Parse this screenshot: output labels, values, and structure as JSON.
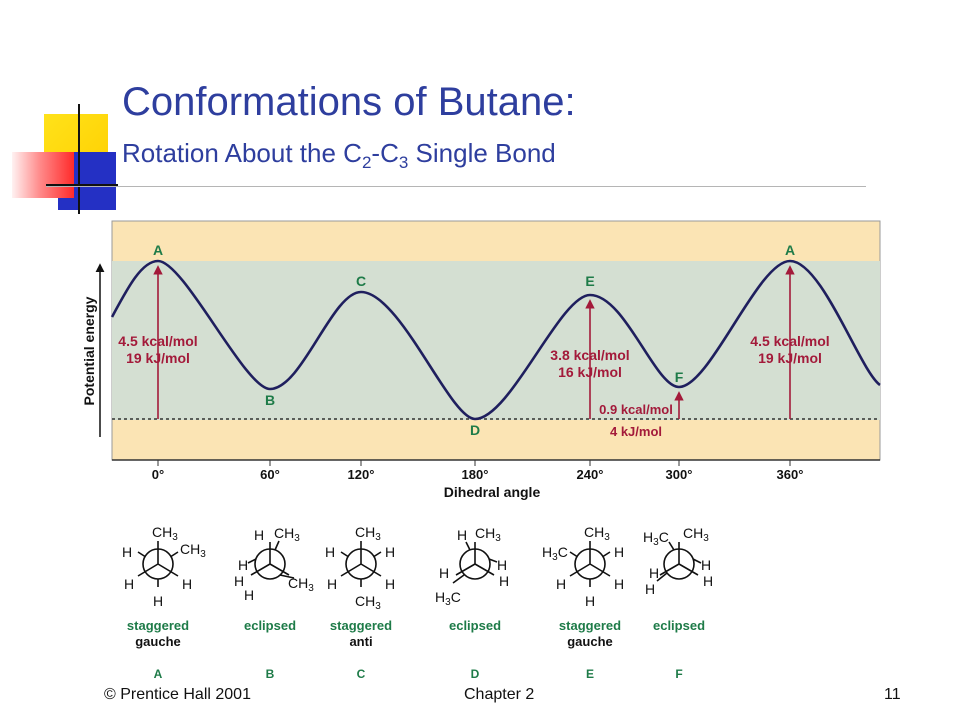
{
  "slide": {
    "title": "Conformations of Butane:",
    "subtitle_text": "Rotation About the C",
    "subtitle_sub1": "2",
    "subtitle_dash": "-C",
    "subtitle_sub2": "3",
    "subtitle_rest": " Single Bond"
  },
  "footer": {
    "copyright": "© Prentice Hall 2001",
    "chapter": "Chapter 2",
    "page": "11"
  },
  "energy_diagram": {
    "y_axis_label": "Potential energy",
    "x_axis_label": "Dihedral angle",
    "x_ticks": [
      "0°",
      "60°",
      "120°",
      "180°",
      "240°",
      "300°",
      "360°"
    ],
    "points": [
      {
        "label": "A",
        "angle": 0,
        "energy": 4.5
      },
      {
        "label": "B",
        "angle": 60,
        "energy": 0.9
      },
      {
        "label": "C",
        "angle": 120,
        "energy": 3.8
      },
      {
        "label": "D",
        "angle": 180,
        "energy": 0
      },
      {
        "label": "E",
        "angle": 240,
        "energy": 3.8
      },
      {
        "label": "F",
        "angle": 300,
        "energy": 0.9
      },
      {
        "label": "A",
        "angle": 360,
        "energy": 4.5
      }
    ],
    "annotations": {
      "a_left_1": "4.5 kcal/mol",
      "a_left_2": "19 kJ/mol",
      "e_1": "3.8 kcal/mol",
      "e_2": "16 kJ/mol",
      "f_1": "0.9 kcal/mol",
      "f_2": "4 kJ/mol",
      "a_right_1": "4.5 kcal/mol",
      "a_right_2": "19 kJ/mol"
    },
    "colors": {
      "band": "#fbe4b4",
      "plot_area": "#d4dfd2",
      "curve": "#1f1f5e",
      "arrow": "#a31a3a",
      "label": "#1e7b48"
    }
  },
  "newman": {
    "ch3": "CH",
    "three": "3",
    "h": "H",
    "h3c_h": "H",
    "h3c_c": "C",
    "projections": [
      {
        "letter": "A",
        "type": "staggered",
        "subtype": "gauche"
      },
      {
        "letter": "B",
        "type": "eclipsed",
        "subtype": ""
      },
      {
        "letter": "C",
        "type": "staggered",
        "subtype": "anti"
      },
      {
        "letter": "D",
        "type": "eclipsed",
        "subtype": ""
      },
      {
        "letter": "E",
        "type": "staggered",
        "subtype": "gauche"
      },
      {
        "letter": "F",
        "type": "eclipsed",
        "subtype": ""
      }
    ]
  }
}
